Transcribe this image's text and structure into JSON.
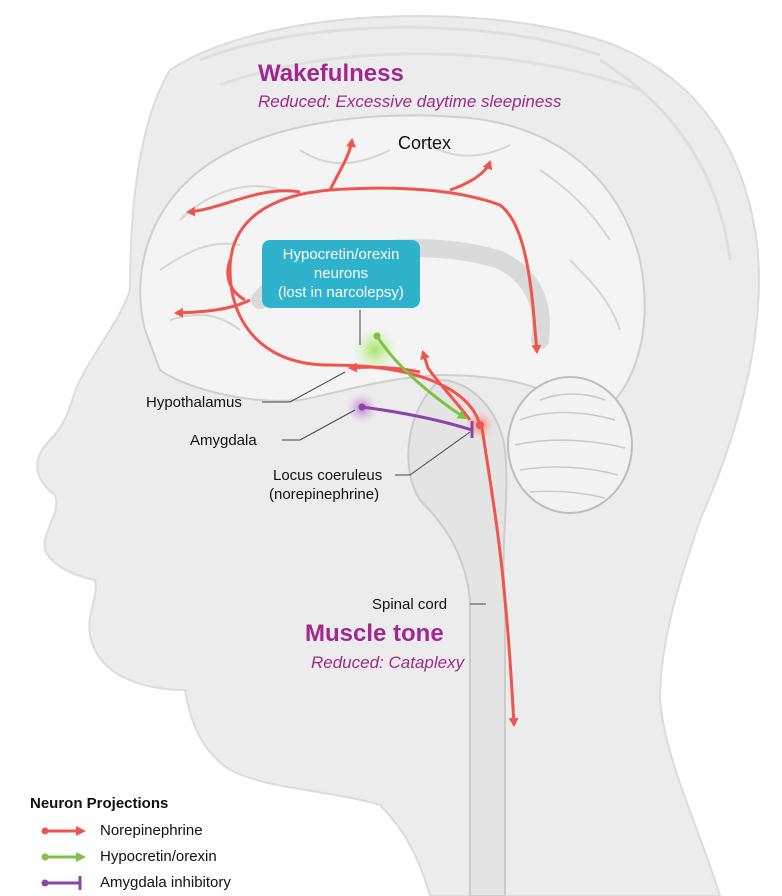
{
  "wakefulness": {
    "title": "Wakefulness",
    "subtitle": "Reduced: Excessive daytime sleepiness"
  },
  "labels": {
    "cortex": "Cortex",
    "hypothalamus": "Hypothalamus",
    "amygdala": "Amygdala",
    "locus_line1": "Locus coeruleus",
    "locus_line2": "(norepinephrine)",
    "spinal_cord": "Spinal cord"
  },
  "callout": {
    "line1": "Hypocretin/orexin",
    "line2": "neurons",
    "line3": "(lost in narcolepsy)"
  },
  "muscle": {
    "title": "Muscle tone",
    "subtitle": "Reduced: Cataplexy"
  },
  "legend": {
    "title": "Neuron Projections",
    "items": [
      {
        "label": "Norepinephrine",
        "color": "#f0544f",
        "marker": "arrow"
      },
      {
        "label": "Hypocretin/orexin",
        "color": "#7dc242",
        "marker": "arrow"
      },
      {
        "label": "Amygdala inhibitory",
        "color": "#8b44a8",
        "marker": "bar"
      }
    ]
  },
  "colors": {
    "title_magenta": "#a0288e",
    "callout_teal": "#2fb3cd",
    "norepinephrine_red": "#f0544f",
    "orexin_green": "#7dc242",
    "amygdala_purple": "#8b44a8"
  }
}
